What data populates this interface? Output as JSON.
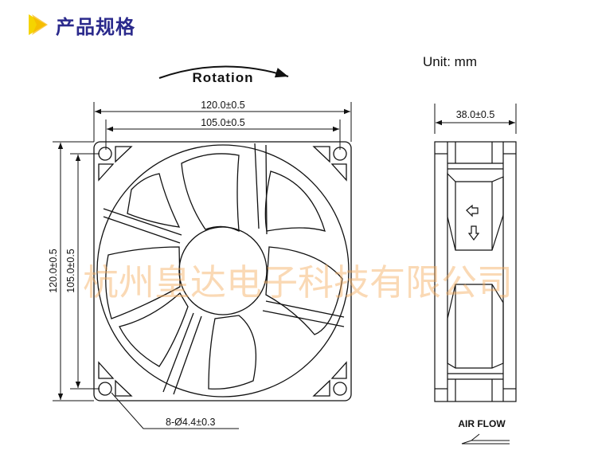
{
  "header": {
    "title": "产品规格",
    "accent_color": "#f5d400",
    "title_color": "#2b2a8c"
  },
  "units": "Unit: mm",
  "front_view": {
    "rotation_label": "Rotation",
    "dim_outer_width": "120.0±0.5",
    "dim_hole_width": "105.0±0.5",
    "dim_outer_height": "120.0±0.5",
    "dim_hole_height": "105.0±0.5",
    "hole_callout": "8-Ø4.4±0.3"
  },
  "side_view": {
    "dim_depth": "38.0±0.5",
    "airflow_label": "AIR FLOW"
  },
  "watermark": "杭州皇达电子科技有限公司"
}
